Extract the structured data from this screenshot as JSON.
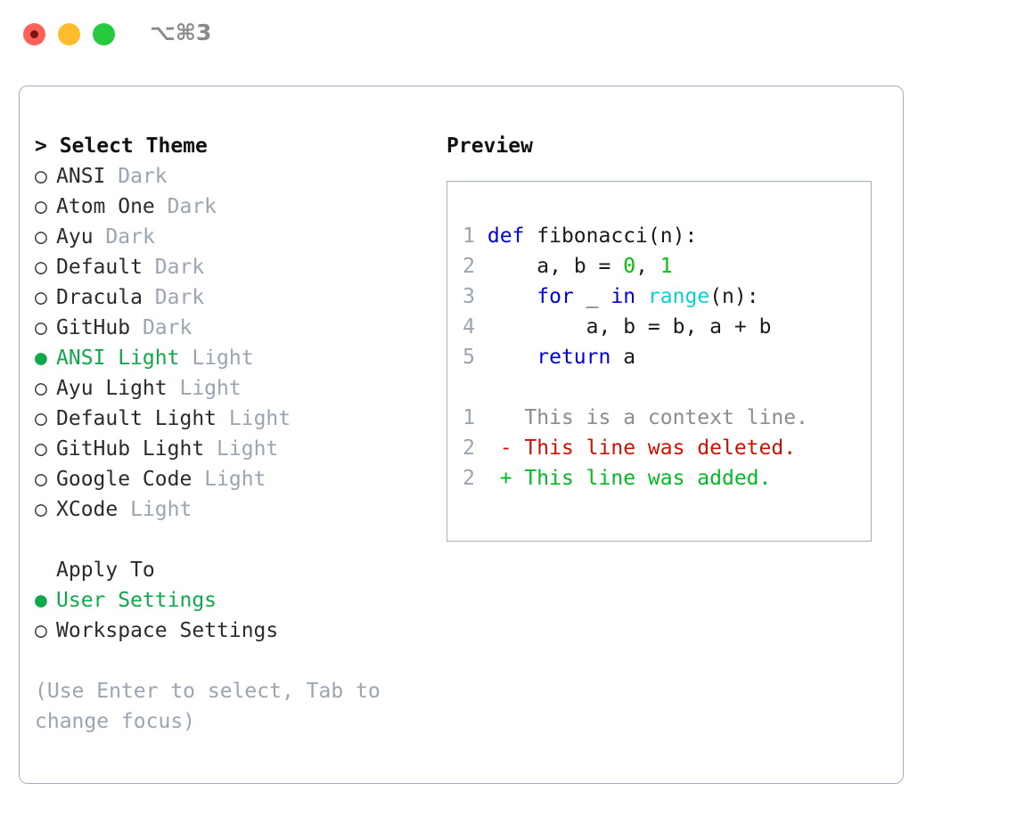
{
  "titlebar": {
    "shortcut": "⌥⌘3",
    "lights": [
      {
        "name": "close",
        "color": "#ff6159"
      },
      {
        "name": "minimize",
        "color": "#ffbd2e"
      },
      {
        "name": "maximize",
        "color": "#27c93f"
      }
    ]
  },
  "theme_panel": {
    "heading": "> Select Theme",
    "bullet_selected": "●",
    "bullet_unselected": "○",
    "accent_color": "#0fa84a",
    "muted_color": "#9aa5b1",
    "options": [
      {
        "name": "ANSI",
        "variant": "Dark",
        "selected": false
      },
      {
        "name": "Atom One",
        "variant": "Dark",
        "selected": false
      },
      {
        "name": "Ayu",
        "variant": "Dark",
        "selected": false
      },
      {
        "name": "Default",
        "variant": "Dark",
        "selected": false
      },
      {
        "name": "Dracula",
        "variant": "Dark",
        "selected": false
      },
      {
        "name": "GitHub",
        "variant": "Dark",
        "selected": false
      },
      {
        "name": "ANSI Light",
        "variant": "Light",
        "selected": true
      },
      {
        "name": "Ayu Light",
        "variant": "Light",
        "selected": false
      },
      {
        "name": "Default Light",
        "variant": "Light",
        "selected": false
      },
      {
        "name": "GitHub Light",
        "variant": "Light",
        "selected": false
      },
      {
        "name": "Google Code",
        "variant": "Light",
        "selected": false
      },
      {
        "name": "XCode",
        "variant": "Light",
        "selected": false
      }
    ]
  },
  "apply_to": {
    "label": "Apply To",
    "options": [
      {
        "name": "User Settings",
        "selected": true
      },
      {
        "name": "Workspace Settings",
        "selected": false
      }
    ]
  },
  "hint": "(Use Enter to select, Tab to change focus)",
  "preview": {
    "title": "Preview",
    "code_lines": [
      {
        "num": "1",
        "text": "def fibonacci(n):"
      },
      {
        "num": "2",
        "text": "    a, b = 0, 1"
      },
      {
        "num": "3",
        "text": "    for _ in range(n):"
      },
      {
        "num": "4",
        "text": "        a, b = b, a + b"
      },
      {
        "num": "5",
        "text": "    return a"
      }
    ],
    "diff_lines": [
      {
        "num": "1",
        "marker": " ",
        "text": "This is a context line.",
        "kind": "context"
      },
      {
        "num": "2",
        "marker": "-",
        "text": "This line was deleted.",
        "kind": "deleted"
      },
      {
        "num": "2",
        "marker": "+",
        "text": "This line was added.",
        "kind": "added"
      }
    ],
    "syntax_colors": {
      "keyword": "#0000dd",
      "function": "#0fd0d0",
      "number": "#00c000",
      "text": "#1a1a1a",
      "line_number": "#9aa5b1",
      "context": "#8c8c8c",
      "deleted": "#cc1100",
      "added": "#00bb22"
    }
  }
}
